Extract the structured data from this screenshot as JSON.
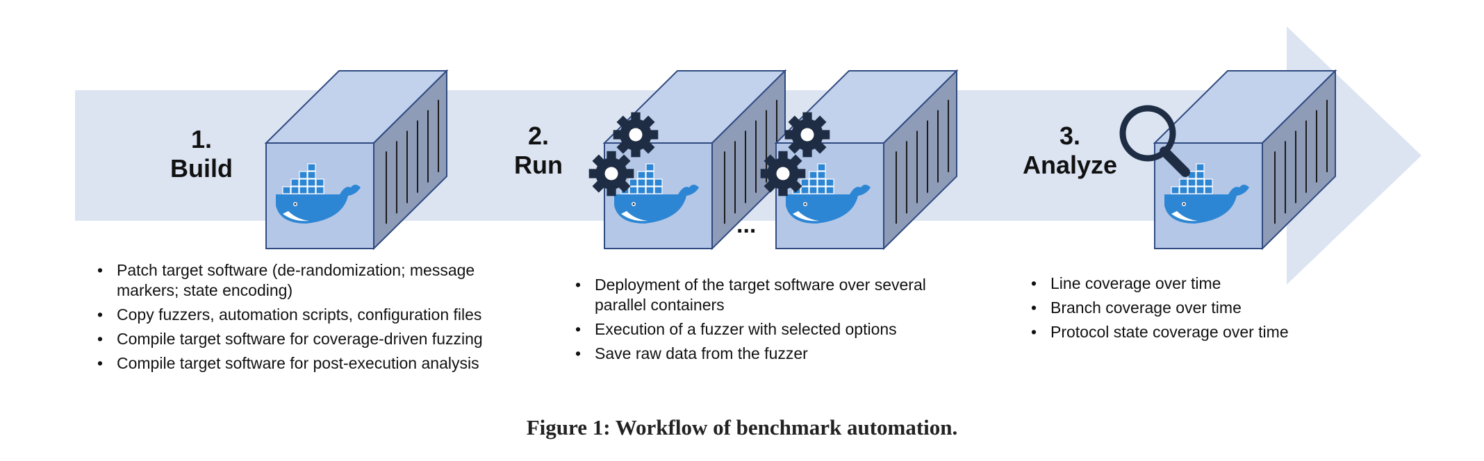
{
  "colors": {
    "arrow": "#dce4f2",
    "box_front": "#b4c7e7",
    "box_top": "#c3d2ec",
    "box_side": "#8e9cb8",
    "box_edge": "#2f4a80",
    "whale": "#2d86d4",
    "gear": "#1f2d44"
  },
  "icons": [
    "docker-whale-icon",
    "gear-icon",
    "magnifier-icon"
  ],
  "stages": [
    {
      "number": "1.",
      "name": "Build",
      "bullets": [
        "Patch target software (de-randomization; message markers; state encoding)",
        "Copy fuzzers, automation scripts, configuration files",
        "Compile target software for coverage-driven fuzzing",
        "Compile target software for post-execution analysis"
      ]
    },
    {
      "number": "2.",
      "name": "Run",
      "ellipsis": "...",
      "bullets": [
        "Deployment of the target software over several parallel containers",
        "Execution of a fuzzer with selected options",
        "Save raw data from the fuzzer"
      ]
    },
    {
      "number": "3.",
      "name": "Analyze",
      "bullets": [
        "Line coverage over time",
        "Branch coverage over time",
        "Protocol state  coverage over time"
      ]
    }
  ],
  "caption": "Figure 1: Workflow of benchmark automation."
}
